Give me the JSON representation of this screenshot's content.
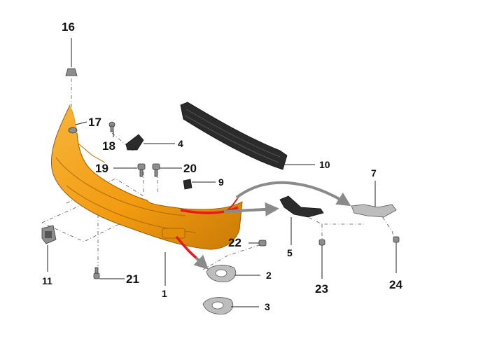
{
  "callouts": {
    "c1": "1",
    "c2": "2",
    "c3": "3",
    "c4": "4",
    "c5": "5",
    "c7": "7",
    "c9": "9",
    "c10": "10",
    "c11": "11",
    "c16": "16",
    "c17": "17",
    "c18": "18",
    "c19": "19",
    "c20": "20",
    "c21": "21",
    "c22": "22",
    "c23": "23",
    "c24": "24"
  },
  "colors": {
    "bumper": "#f5a623",
    "bumper_shade": "#d98a0e",
    "highlight_red": "#e21b1b",
    "arrow_grey": "#8a8a8a"
  }
}
